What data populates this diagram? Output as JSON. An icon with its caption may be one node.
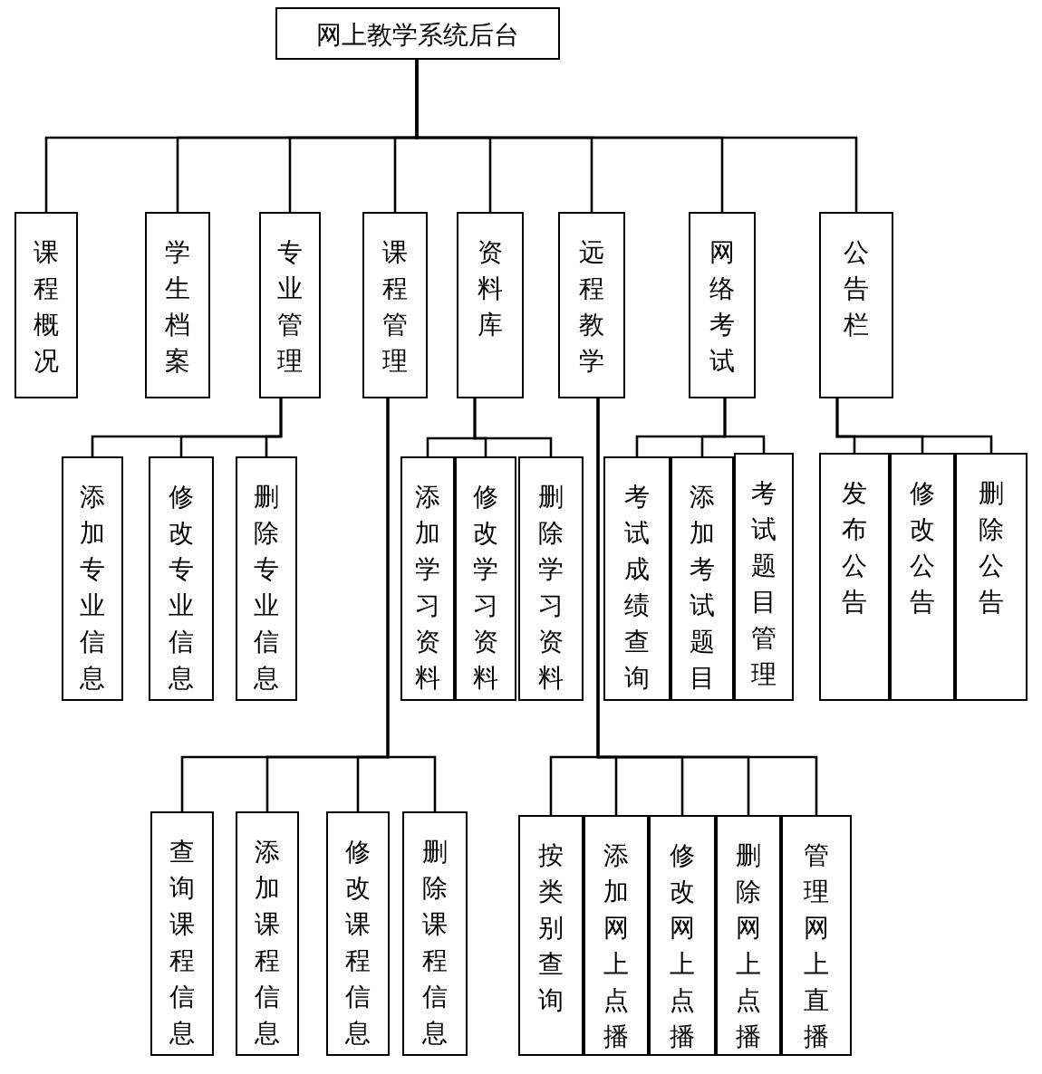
{
  "diagram": {
    "nodes": [
      {
        "text": [
          "网上教学系统后台"
        ]
      },
      {
        "text": [
          "课程概况"
        ]
      },
      {
        "text": [
          "学生档案"
        ]
      },
      {
        "text": [
          "专业管理"
        ]
      },
      {
        "text": [
          "课程管理"
        ]
      },
      {
        "text": [
          "资料库"
        ]
      },
      {
        "text": [
          "远程教学"
        ]
      },
      {
        "text": [
          "网络考试"
        ]
      },
      {
        "text": [
          "公告栏"
        ]
      },
      {
        "text": [
          "添加专业信息"
        ]
      },
      {
        "text": [
          "修改专业信息"
        ]
      },
      {
        "text": [
          "删除专业信息"
        ]
      },
      {
        "text": [
          "添加学习资料"
        ]
      },
      {
        "text": [
          "修改学习资料"
        ]
      },
      {
        "text": [
          "删除学习资料"
        ]
      },
      {
        "text": [
          "考试成绩查询"
        ]
      },
      {
        "text": [
          "添加考试题目"
        ]
      },
      {
        "text": [
          "考试题目管理"
        ]
      },
      {
        "text": [
          "发布公告"
        ]
      },
      {
        "text": [
          "修改公告"
        ]
      },
      {
        "text": [
          "删除公告"
        ]
      },
      {
        "text": [
          "查询课程信息"
        ]
      },
      {
        "text": [
          "添加课程信息"
        ]
      },
      {
        "text": [
          "修改课程信息"
        ]
      },
      {
        "text": [
          "删除课程信息"
        ]
      },
      {
        "text": [
          "按类别查询"
        ]
      },
      {
        "text": [
          "添加网上点播"
        ]
      },
      {
        "text": [
          "修改网上点播"
        ]
      },
      {
        "text": [
          "删除网上点播"
        ]
      },
      {
        "text": [
          "管理网上直播"
        ]
      }
    ],
    "edges": [
      {
        "from": 0,
        "to": 1,
        "arrow": "none"
      },
      {
        "from": 0,
        "to": 2,
        "arrow": "none"
      },
      {
        "from": 0,
        "to": 3,
        "arrow": "none"
      },
      {
        "from": 0,
        "to": 4,
        "arrow": "none"
      },
      {
        "from": 0,
        "to": 5,
        "arrow": "none"
      },
      {
        "from": 0,
        "to": 6,
        "arrow": "none"
      },
      {
        "from": 0,
        "to": 7,
        "arrow": "none"
      },
      {
        "from": 0,
        "to": 8,
        "arrow": "none"
      },
      {
        "from": 3,
        "to": 9,
        "arrow": "none"
      },
      {
        "from": 3,
        "to": 10,
        "arrow": "none"
      },
      {
        "from": 3,
        "to": 11,
        "arrow": "none"
      },
      {
        "from": 5,
        "to": 12,
        "arrow": "none"
      },
      {
        "from": 5,
        "to": 13,
        "arrow": "none"
      },
      {
        "from": 5,
        "to": 14,
        "arrow": "none"
      },
      {
        "from": 7,
        "to": 15,
        "arrow": "none"
      },
      {
        "from": 7,
        "to": 16,
        "arrow": "none"
      },
      {
        "from": 7,
        "to": 17,
        "arrow": "none"
      },
      {
        "from": 8,
        "to": 18,
        "arrow": "none"
      },
      {
        "from": 8,
        "to": 19,
        "arrow": "none"
      },
      {
        "from": 8,
        "to": 20,
        "arrow": "none"
      },
      {
        "from": 4,
        "to": 21,
        "arrow": "none"
      },
      {
        "from": 4,
        "to": 22,
        "arrow": "none"
      },
      {
        "from": 4,
        "to": 23,
        "arrow": "none"
      },
      {
        "from": 4,
        "to": 24,
        "arrow": "none"
      },
      {
        "from": 6,
        "to": 25,
        "arrow": "none"
      },
      {
        "from": 6,
        "to": 26,
        "arrow": "none"
      },
      {
        "from": 6,
        "to": 27,
        "arrow": "none"
      },
      {
        "from": 6,
        "to": 28,
        "arrow": "none"
      },
      {
        "from": 6,
        "to": 29,
        "arrow": "none"
      }
    ]
  }
}
